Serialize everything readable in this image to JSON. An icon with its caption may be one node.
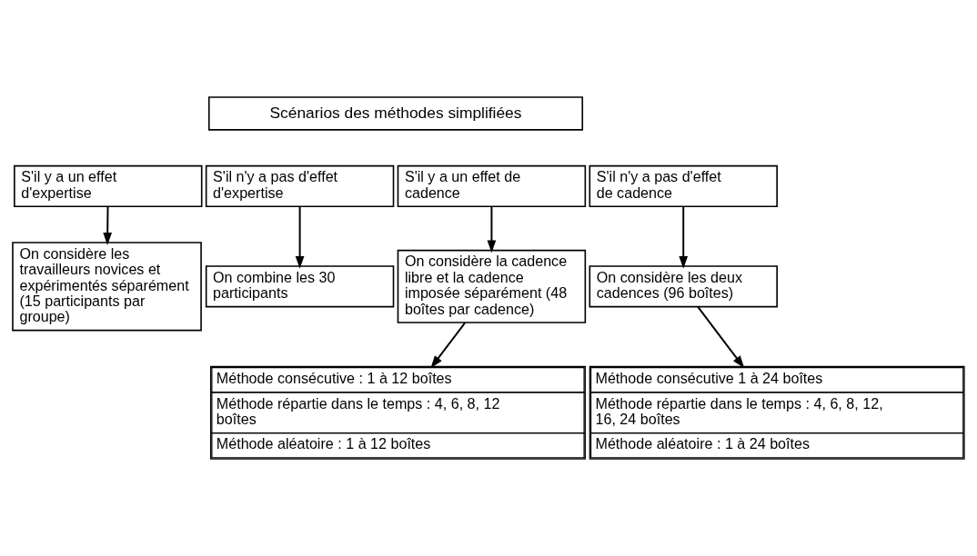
{
  "diagram": {
    "nodes": [
      {
        "text": [
          "Scénarios des méthodes simplifiées"
        ]
      },
      {
        "text": [
          "S'il y a un effet d'expertise"
        ]
      },
      {
        "text": [
          "S'il n'y a pas d'effet d'expertise"
        ]
      },
      {
        "text": [
          "S'il y a un effet de cadence"
        ]
      },
      {
        "text": [
          "S'il n'y a pas d'effet de cadence"
        ]
      },
      {
        "text": [
          "On considère les travailleurs novices et expérimentés séparément (15 participants par groupe)"
        ]
      },
      {
        "text": [
          "On combine les 30 participants"
        ]
      },
      {
        "text": [
          "On considère la cadence libre et la cadence imposée séparément (48 boîtes par cadence)"
        ]
      },
      {
        "text": [
          "On considère les deux cadences (96 boîtes)"
        ]
      },
      {
        "text": [
          "Méthode consécutive : 1 à 12 boîtes",
          "Méthode répartie dans le temps : 4, 6, 8, 12 boîtes",
          "Méthode aléatoire : 1 à 12 boîtes"
        ]
      },
      {
        "text": [
          "Méthode consécutive 1 à 24 boîtes",
          "Méthode répartie dans le temps : 4, 6, 8, 12, 16, 24 boîtes",
          "Méthode aléatoire : 1 à 24 boîtes"
        ]
      }
    ],
    "edges": [
      {
        "from": 1,
        "to": 5,
        "arrow": "to"
      },
      {
        "from": 2,
        "to": 6,
        "arrow": "to"
      },
      {
        "from": 3,
        "to": 7,
        "arrow": "to"
      },
      {
        "from": 4,
        "to": 8,
        "arrow": "to"
      },
      {
        "from": 7,
        "to": 9,
        "arrow": "to"
      },
      {
        "from": 8,
        "to": 10,
        "arrow": "to"
      }
    ]
  }
}
